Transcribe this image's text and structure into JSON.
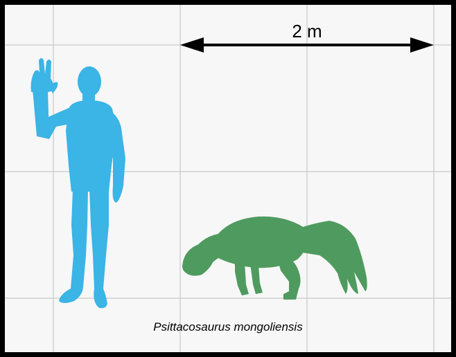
{
  "scale_bar": {
    "label": "2 m"
  },
  "species": {
    "name": "Psittacosaurus mongoliensis"
  },
  "colors": {
    "human": "#3bb4e6",
    "dinosaur": "#4f9b5f",
    "grid": "#c8c8c8",
    "border": "#000000",
    "background": "#f7f7f7"
  },
  "icons": {
    "human": "human-silhouette",
    "dinosaur": "psittacosaurus-silhouette",
    "arrow": "double-headed-arrow"
  }
}
